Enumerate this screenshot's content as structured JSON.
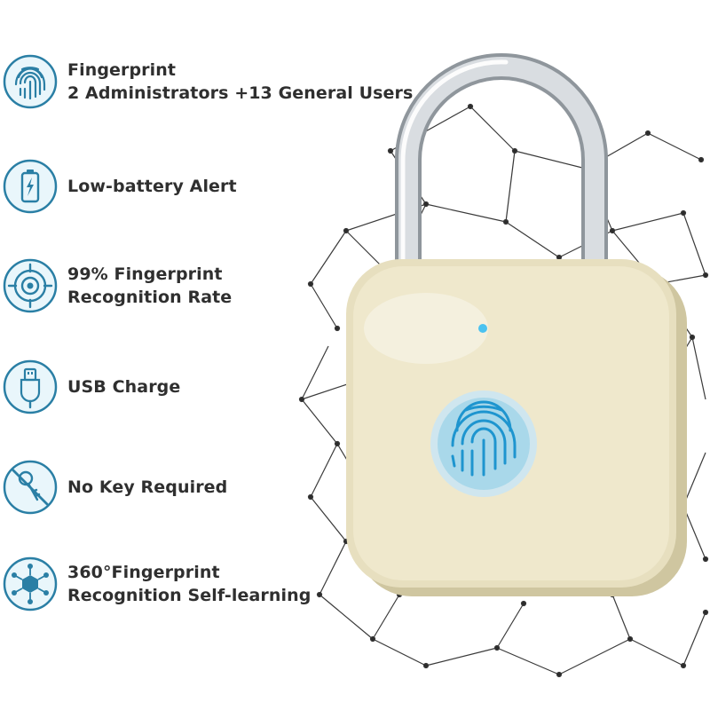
{
  "features": [
    {
      "icon": "fingerprint-icon",
      "lines": [
        "Fingerprint",
        "2 Administrators +13 General Users"
      ]
    },
    {
      "icon": "battery-icon",
      "lines": [
        "Low-battery Alert"
      ]
    },
    {
      "icon": "target-icon",
      "lines": [
        "99% Fingerprint",
        "Recognition Rate"
      ]
    },
    {
      "icon": "usb-plug-icon",
      "lines": [
        "USB Charge"
      ]
    },
    {
      "icon": "no-key-icon",
      "lines": [
        "No Key Required"
      ]
    },
    {
      "icon": "network-cube-icon",
      "lines": [
        "360°Fingerprint",
        "Recognition Self-learning"
      ]
    }
  ],
  "colors": {
    "icon_ring": "#2a7fa5",
    "icon_fill": "#e9f6fb",
    "text": "#2f2f2f",
    "lock_body": "#e7dfbf",
    "lock_body_shadow": "#cfc6a0",
    "shackle": "#c8cdd2",
    "sensor": "#37a8d8",
    "led": "#4ac2f0",
    "network": "#3a3a3a"
  }
}
